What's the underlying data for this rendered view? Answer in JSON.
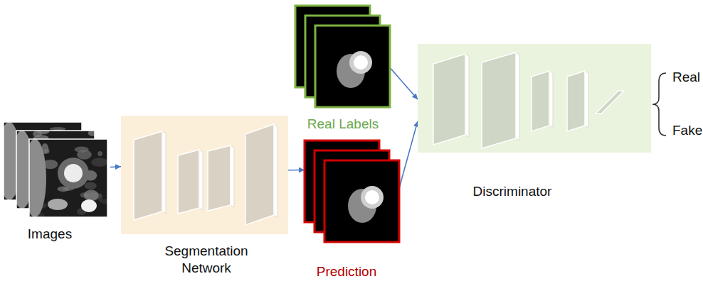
{
  "diagram": {
    "nodes": [
      {
        "text": [
          "Images"
        ]
      },
      {
        "text": [
          "Segmentation Network"
        ]
      },
      {
        "text": [
          "Real Labels"
        ]
      },
      {
        "text": [
          "Prediction"
        ]
      },
      {
        "text": [
          "Discriminator"
        ]
      }
    ],
    "edges": [
      {
        "from": 0,
        "to": 1,
        "arrow": "to"
      },
      {
        "from": 1,
        "to": 3,
        "arrow": "to"
      },
      {
        "from": 2,
        "to": 4,
        "arrow": "to"
      },
      {
        "from": 3,
        "to": 4,
        "arrow": "to"
      }
    ],
    "labels": [
      "Real",
      "Fake"
    ]
  }
}
